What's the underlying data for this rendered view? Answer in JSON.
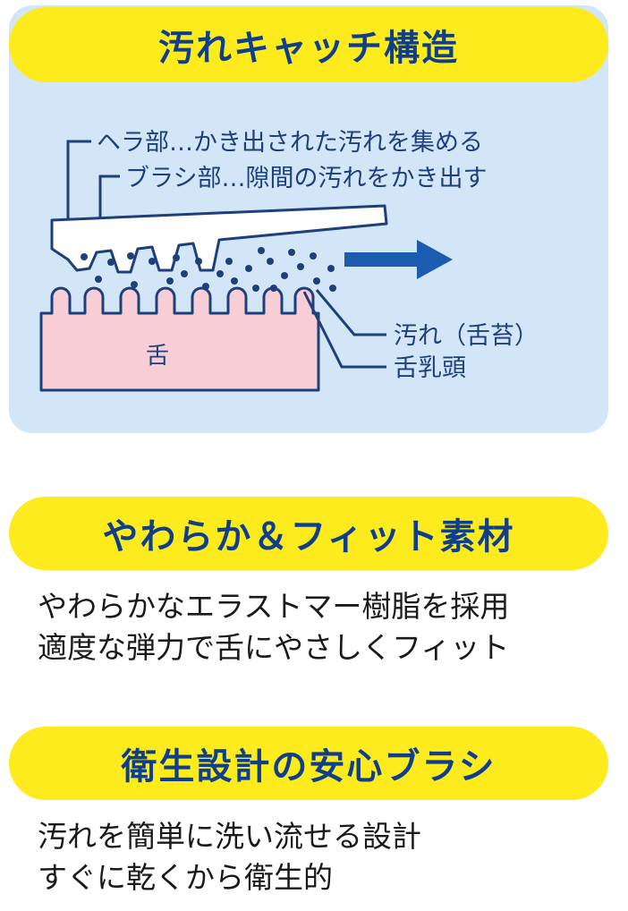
{
  "section1": {
    "title": "汚れキャッチ構造",
    "label_spatula": "ヘラ部…かき出された汚れを集める",
    "label_brush": "ブラシ部…隙間の汚れをかき出す",
    "label_dirt": "汚れ（舌苔）",
    "label_papillae": "舌乳頭",
    "label_tongue": "舌"
  },
  "section2": {
    "title": "やわらか＆フィット素材",
    "lines": [
      "やわらかなエラストマー樹脂を採用",
      "適度な弾力で舌にやさしくフィット"
    ]
  },
  "section3": {
    "title": "衛生設計の安心ブラシ",
    "lines": [
      "汚れを簡単に洗い流せる設計",
      "すぐに乾くから衛生的"
    ]
  },
  "colors": {
    "pill": "#fdeb1d",
    "panel": "#d2e6f7",
    "title_text": "#0f3f8c",
    "tongue": "#f7cdd6",
    "outline": "#1e3f7a",
    "arrow": "#1c5cb0"
  }
}
